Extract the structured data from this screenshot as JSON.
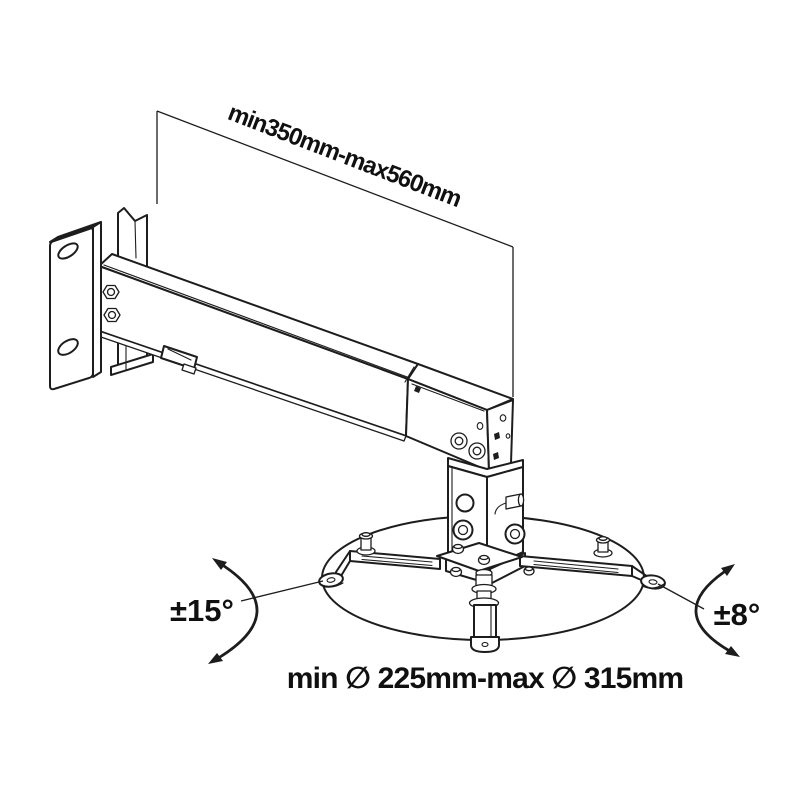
{
  "canvas": {
    "background": "#ffffff",
    "line_color": "#1d1d1d"
  },
  "annotations": {
    "extension_range": "min350mm-max560mm",
    "swivel_range": "±15°",
    "tilt_range": "±8°",
    "diameter_range": "min ∅ 225mm-max ∅ 315mm"
  }
}
